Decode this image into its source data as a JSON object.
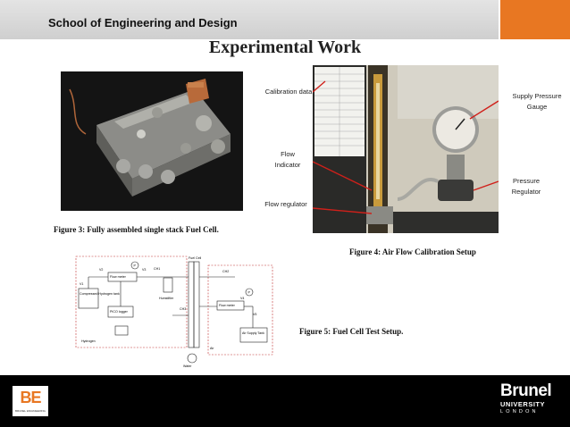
{
  "header": {
    "school": "School of Engineering and Design",
    "accent_color": "#e87722",
    "bar_color": "#d6d6d6"
  },
  "title": "Experimental Work",
  "figures": {
    "fig3_caption": "Figure 3: Fully assembled single stack Fuel Cell.",
    "fig4_caption": "Figure 4: Air Flow Calibration Setup",
    "fig5_caption": "Figure 5: Fuel Cell Test Setup."
  },
  "photo_labels": {
    "calibration": "Calibration data",
    "flow_indicator": "Flow Indicator",
    "flow_regulator": "Flow regulator",
    "supply_pressure": "Supply Pressure Gauge",
    "pressure_regulator": "Pressure Regulator"
  },
  "diagram": {
    "fuel_cell": "Fuel Cell",
    "v1": "V1",
    "v2": "V2",
    "v3": "V3",
    "v4": "V4",
    "v5": "V5",
    "ch1": "CH1",
    "ch2": "CH2",
    "ch3": "CH3",
    "p": "P",
    "flow_meter_left": "Flow meter",
    "flow_meter_right": "Flow meter",
    "compressed_h2": "Compressed Hydrogen tank",
    "pico_logger": "PICO logger",
    "humidifier": "Humidifier",
    "air_tank": "Air Supply Tank",
    "hydrogen": "Hydrogen",
    "air": "Air",
    "water": "Water"
  },
  "footer": {
    "be_logo": "BE",
    "be_sub": "BRUNEL ENGINEERING",
    "brunel": "Brunel",
    "university": "UNIVERSITY",
    "london": "LONDON"
  }
}
